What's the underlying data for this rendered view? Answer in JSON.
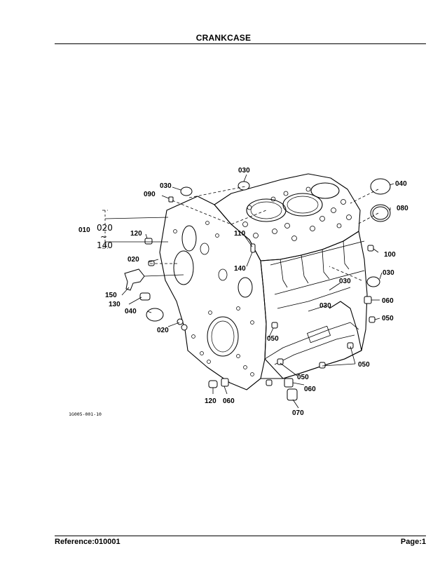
{
  "page": {
    "title": "CRANKCASE",
    "reference": "Reference:010001",
    "page_label": "Page:1"
  },
  "figure": {
    "id": "1G005-001-10",
    "group_label": "010",
    "group_range_start": "020",
    "group_range_sep": "~",
    "group_range_end": "140",
    "callouts": {
      "c030_top": "030",
      "c030_left": "030",
      "c040_right": "040",
      "c080": "080",
      "c090": "090",
      "c120_left": "120",
      "c110": "110",
      "c020_upper": "020",
      "c140": "140",
      "c100": "100",
      "c030_right": "030",
      "c030_mid": "030",
      "c150": "150",
      "c060_right": "060",
      "c130": "130",
      "c030_lower": "030",
      "c040_left": "040",
      "c050_right": "050",
      "c020_lower": "020",
      "c050_center": "050",
      "c050_right2": "050",
      "c050_bottom": "050",
      "c060_bottom": "060",
      "c120_bottom": "120",
      "c060_lower": "060",
      "c070": "070"
    }
  }
}
